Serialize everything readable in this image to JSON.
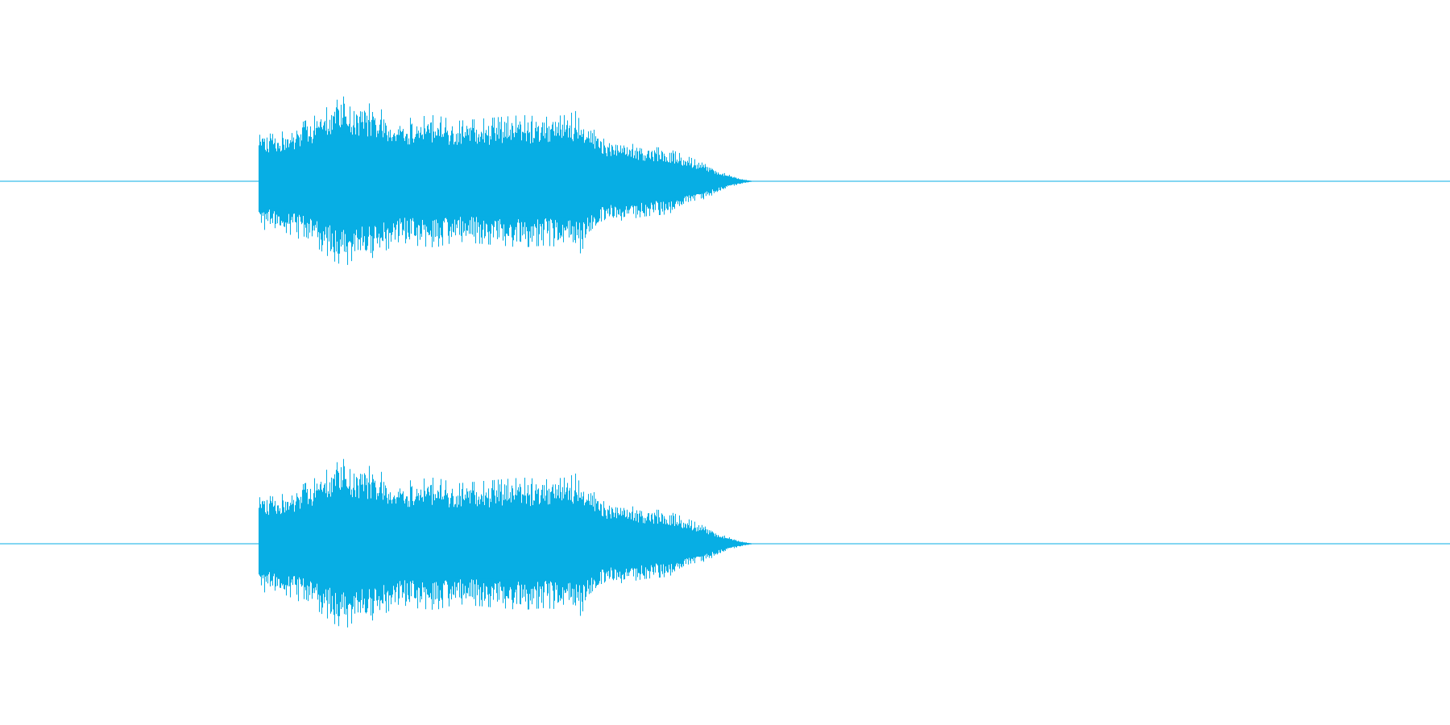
{
  "chart_data": {
    "type": "area",
    "title": "",
    "xlabel": "",
    "ylabel": "",
    "ylim": [
      -1,
      1
    ],
    "xlim": [
      0,
      1
    ],
    "grid": false,
    "legend": "none",
    "color": "#07aee4",
    "series": [
      {
        "channel": 1,
        "envelope": {
          "x": [
            0.178,
            0.182,
            0.19,
            0.2,
            0.21,
            0.22,
            0.23,
            0.238,
            0.245,
            0.255,
            0.265,
            0.275,
            0.285,
            0.3,
            0.315,
            0.33,
            0.345,
            0.36,
            0.375,
            0.39,
            0.4,
            0.405,
            0.415,
            0.43,
            0.445,
            0.46,
            0.47,
            0.48,
            0.49,
            0.5,
            0.51,
            0.52
          ],
          "peak": [
            0.55,
            0.5,
            0.48,
            0.55,
            0.62,
            0.7,
            0.82,
            0.88,
            0.78,
            0.8,
            0.72,
            0.62,
            0.66,
            0.68,
            0.62,
            0.64,
            0.66,
            0.68,
            0.66,
            0.68,
            0.74,
            0.6,
            0.44,
            0.4,
            0.36,
            0.34,
            0.28,
            0.22,
            0.15,
            0.08,
            0.03,
            0.0
          ]
        }
      },
      {
        "channel": 2,
        "envelope": {
          "x": [
            0.178,
            0.182,
            0.19,
            0.2,
            0.21,
            0.22,
            0.23,
            0.238,
            0.245,
            0.255,
            0.265,
            0.275,
            0.285,
            0.3,
            0.315,
            0.33,
            0.345,
            0.36,
            0.375,
            0.39,
            0.4,
            0.405,
            0.415,
            0.43,
            0.445,
            0.46,
            0.47,
            0.48,
            0.49,
            0.5,
            0.51,
            0.52
          ],
          "peak": [
            0.55,
            0.5,
            0.48,
            0.55,
            0.62,
            0.7,
            0.82,
            0.88,
            0.78,
            0.8,
            0.72,
            0.62,
            0.66,
            0.68,
            0.62,
            0.64,
            0.66,
            0.68,
            0.66,
            0.68,
            0.74,
            0.6,
            0.44,
            0.4,
            0.36,
            0.34,
            0.28,
            0.22,
            0.15,
            0.08,
            0.03,
            0.0
          ]
        }
      }
    ]
  }
}
